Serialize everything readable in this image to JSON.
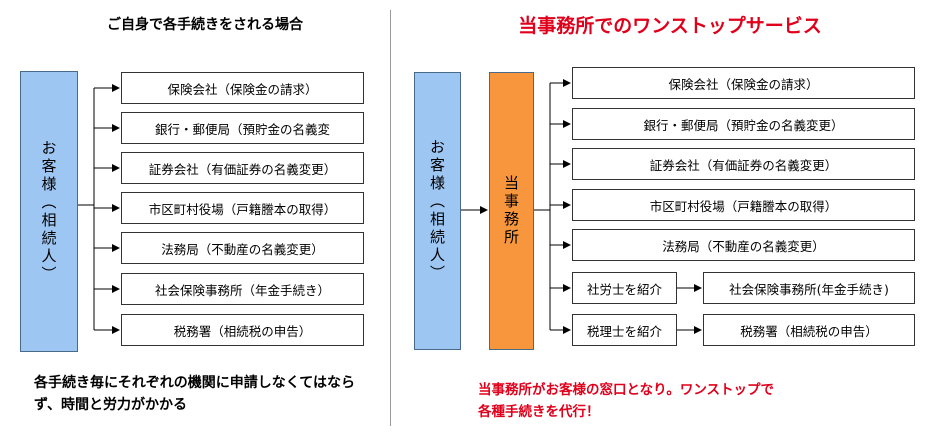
{
  "left": {
    "title": "ご自身で各手続きをされる場合",
    "customer_label": "お客様（相続人）",
    "targets": [
      "保険会社（保険金の請求）",
      "銀行・郵便局（預貯金の名義変",
      "証券会社（有価証券の名義変更）",
      "市区町村役場（戸籍謄本の取得）",
      "法務局（不動産の名義変更）",
      "社会保険事務所（年金手続き）",
      "税務署（相続税の申告）"
    ],
    "note": "各手続き毎にそれぞれの機関に申請しなくてはならず、時間と労力がかかる"
  },
  "right": {
    "title": "当事務所でのワンストップサービス",
    "customer_label": "お客様（相続人）",
    "office_label": "当事務所",
    "targets": [
      "保険会社（保険金の請求）",
      "銀行・郵便局（預貯金の名義変更）",
      "証券会社（有価証券の名義変更）",
      "市区町村役場（戸籍謄本の取得）",
      "法務局（不動産の名義変更）"
    ],
    "referrals": [
      {
        "intermediary": "社労士を紹介",
        "target": "社会保険事務所(年金手続き)"
      },
      {
        "intermediary": "税理士を紹介",
        "target": "税務署（相続税の申告）"
      }
    ],
    "note_line1": "当事務所がお客様の窓口となり。ワンストップで",
    "note_line2": "各種手続きを代行！"
  },
  "colors": {
    "customer_fill": "#9ec6f2",
    "office_fill": "#f7963c",
    "accent_red": "#e0001b"
  }
}
